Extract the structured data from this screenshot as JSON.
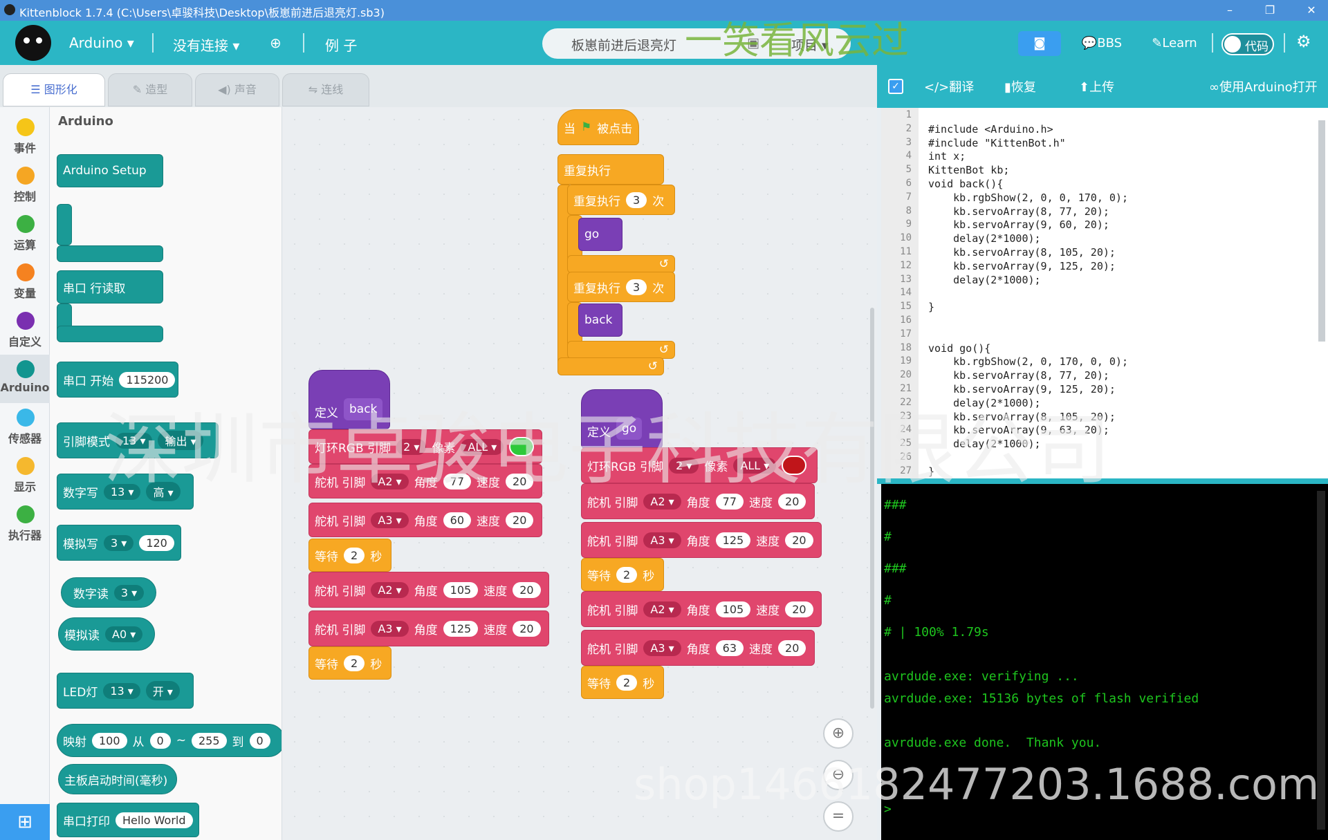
{
  "window": {
    "title": "Kittenblock 1.7.4 (C:\\Users\\卓骏科技\\Desktop\\板崽前进后退亮灯.sb3)"
  },
  "menubar": {
    "app_menu": "Arduino",
    "connection": "没有连接",
    "examples": "例 子",
    "project_name": "板崽前进后退亮灯",
    "project_menu": "项目",
    "bbs": "BBS",
    "learn": "Learn",
    "code_toggle": "代码"
  },
  "tabs": [
    "图形化",
    "造型",
    "声音",
    "连线"
  ],
  "categories": [
    {
      "label": "事件",
      "color": "#f5c518"
    },
    {
      "label": "控制",
      "color": "#f5a623"
    },
    {
      "label": "运算",
      "color": "#3cb043"
    },
    {
      "label": "变量",
      "color": "#f58220"
    },
    {
      "label": "自定义",
      "color": "#7a2fb0"
    },
    {
      "label": "Arduino",
      "color": "#12958f"
    },
    {
      "label": "传感器",
      "color": "#3ab8e8"
    },
    {
      "label": "显示",
      "color": "#f5b82e"
    },
    {
      "label": "执行器",
      "color": "#3cb043"
    }
  ],
  "palette": {
    "heading": "Arduino",
    "setup": "Arduino Setup",
    "serial_readline": "串口 行读取",
    "serial_begin": "串口 开始",
    "serial_begin_val": "115200",
    "pinmode": "引脚模式",
    "pinmode_pin": "13",
    "pinmode_mode": "输出",
    "digital_write": "数字写",
    "digital_write_pin": "13",
    "digital_write_val": "高",
    "analog_write": "模拟写",
    "analog_write_pin": "3",
    "analog_write_val": "120",
    "digital_read": "数字读",
    "digital_read_pin": "3",
    "analog_read": "模拟读",
    "analog_read_pin": "A0",
    "led": "LED灯",
    "led_pin": "13",
    "led_state": "开",
    "map": "映射",
    "map_val": "100",
    "map_from": "从",
    "map_from_val": "0",
    "map_tilde": "~",
    "map_from_hi": "255",
    "map_to": "到",
    "map_to_val": "0",
    "millis": "主板启动时间(毫秒)",
    "serial_print": "串口打印",
    "serial_print_val": "Hello World"
  },
  "script_main": {
    "hat_when": "当",
    "hat_clicked": "被点击",
    "forever": "重复执行",
    "repeat1": "重复执行",
    "repeat1_times": "3",
    "times_word": "次",
    "call1": "go",
    "repeat2": "重复执行",
    "repeat2_times": "3",
    "call2": "back"
  },
  "script_back": {
    "define": "定义",
    "name": "back",
    "rgb": "灯环RGB 引脚",
    "rgb_pin": "2",
    "pixel": "像素",
    "pixel_val": "ALL",
    "rgb_color": "#2ec93a",
    "servo": "舵机 引脚",
    "angle": "角度",
    "speed": "速度",
    "wait": "等待",
    "sec": "秒",
    "s1_pin": "A2",
    "s1_angle": "77",
    "s1_speed": "20",
    "s2_pin": "A3",
    "s2_angle": "60",
    "s2_speed": "20",
    "w1": "2",
    "s3_pin": "A2",
    "s3_angle": "105",
    "s3_speed": "20",
    "s4_pin": "A3",
    "s4_angle": "125",
    "s4_speed": "20",
    "w2": "2"
  },
  "script_go": {
    "define": "定义",
    "name": "go",
    "rgb": "灯环RGB 引脚",
    "rgb_pin": "2",
    "pixel": "像素",
    "pixel_val": "ALL",
    "rgb_color": "#c0151a",
    "servo": "舵机 引脚",
    "angle": "角度",
    "speed": "速度",
    "wait": "等待",
    "sec": "秒",
    "s1_pin": "A2",
    "s1_angle": "77",
    "s1_speed": "20",
    "s2_pin": "A3",
    "s2_angle": "125",
    "s2_speed": "20",
    "w1": "2",
    "s3_pin": "A2",
    "s3_angle": "105",
    "s3_speed": "20",
    "s4_pin": "A3",
    "s4_angle": "63",
    "s4_speed": "20",
    "w2": "2"
  },
  "rightbar": {
    "translate": "</>翻译",
    "restore": "恢复",
    "upload": "上传",
    "open_arduino": "使用Arduino打开"
  },
  "code": [
    "",
    "#include <Arduino.h>",
    "#include \"KittenBot.h\"",
    "int x;",
    "KittenBot kb;",
    "void back(){",
    "    kb.rgbShow(2, 0, 0, 170, 0);",
    "    kb.servoArray(8, 77, 20);",
    "    kb.servoArray(9, 60, 20);",
    "    delay(2*1000);",
    "    kb.servoArray(8, 105, 20);",
    "    kb.servoArray(9, 125, 20);",
    "    delay(2*1000);",
    "",
    "}",
    "",
    "",
    "void go(){",
    "    kb.rgbShow(2, 0, 170, 0, 0);",
    "    kb.servoArray(8, 77, 20);",
    "    kb.servoArray(9, 125, 20);",
    "    delay(2*1000);",
    "    kb.servoArray(8, 105, 20);",
    "    kb.servoArray(9, 63, 20);",
    "    delay(2*1000);",
    "",
    "}"
  ],
  "console": [
    "###",
    "#",
    "###",
    "#",
    "# | 100% 1.79s",
    "avrdude.exe: verifying ...",
    "avrdude.exe: 15136 bytes of flash verified",
    "avrdude.exe done.  Thank you.",
    ">"
  ],
  "watermarks": {
    "top": "一笑看风云过",
    "middle": "深圳市卓骏电子科技有限公司",
    "bottom": "shop1466182477203.1688.com"
  }
}
